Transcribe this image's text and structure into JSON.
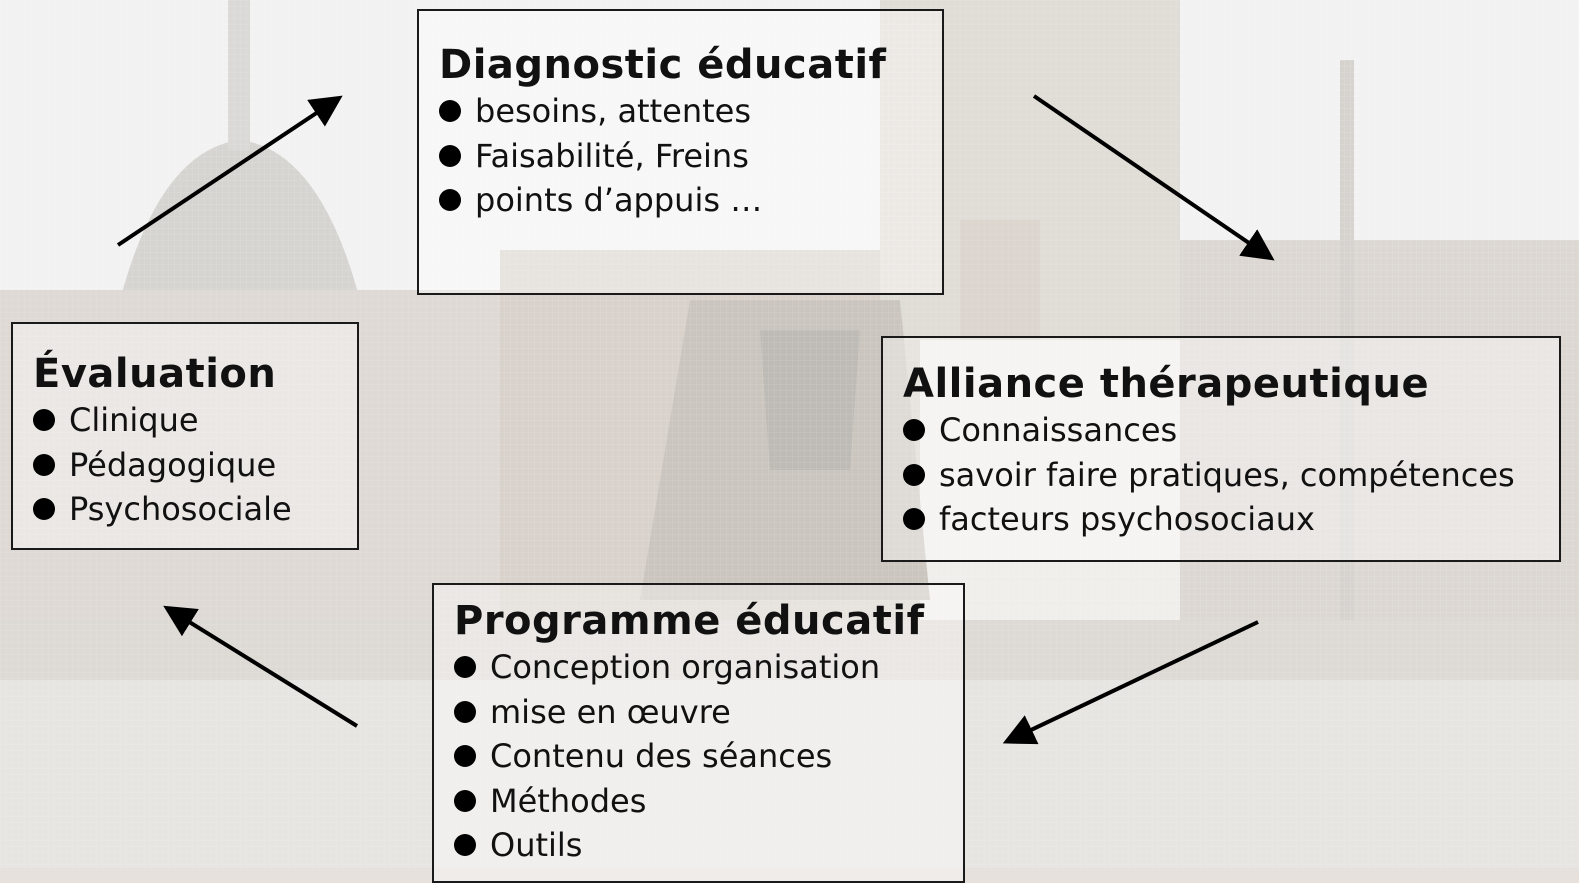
{
  "diagnostic": {
    "title": "Diagnostic éducatif",
    "items": [
      "besoins, attentes",
      "Faisabilité, Freins",
      "points d’appuis …"
    ]
  },
  "alliance": {
    "title": "Alliance thérapeutique",
    "items": [
      "Connaissances",
      "savoir faire pratiques, compétences",
      "facteurs psychosociaux"
    ]
  },
  "evaluation": {
    "title": "Évaluation",
    "items": [
      "Clinique",
      "Pédagogique",
      "Psychosociale"
    ]
  },
  "programme": {
    "title": "Programme éducatif",
    "items": [
      "Conception organisation",
      "mise en œuvre",
      "Contenu des séances",
      "Méthodes",
      "Outils"
    ]
  },
  "colors": {
    "arrow": "#000000",
    "box_border": "#1a1a1a",
    "text": "#111111"
  }
}
